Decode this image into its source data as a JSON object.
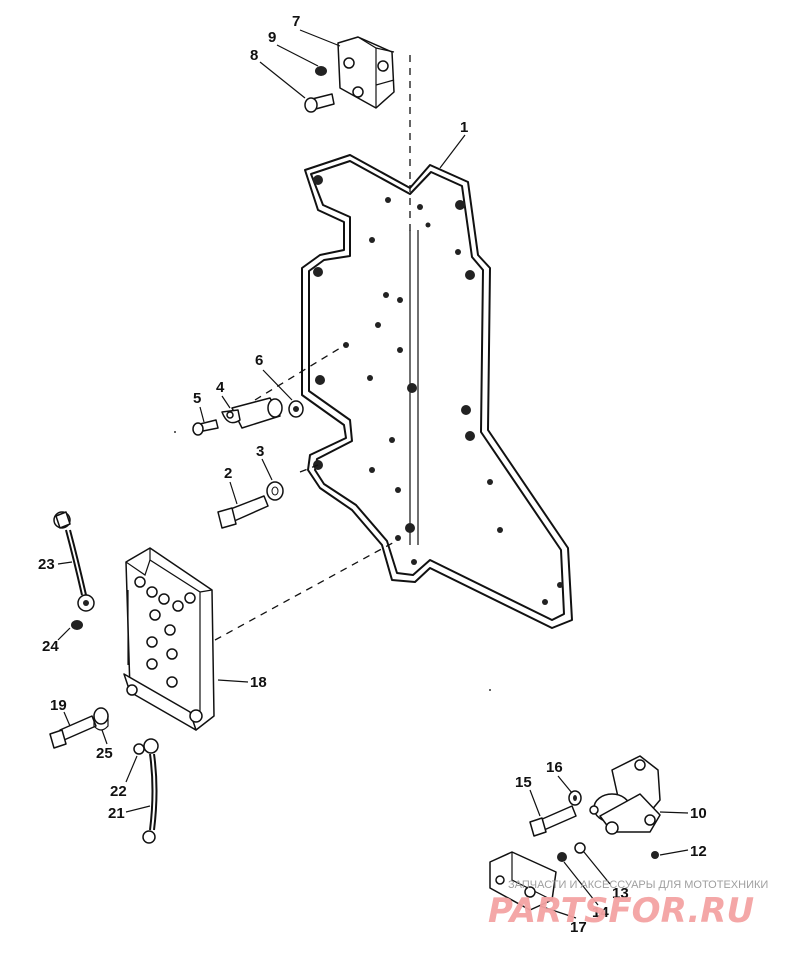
{
  "callouts": {
    "c1": "1",
    "c2": "2",
    "c3": "3",
    "c4": "4",
    "c5": "5",
    "c6": "6",
    "c7": "7",
    "c8": "8",
    "c9": "9",
    "c10": "10",
    "c12": "12",
    "c13": "13",
    "c14": "14",
    "c15": "15",
    "c16": "16",
    "c17": "17",
    "c18": "18",
    "c19": "19",
    "c21": "21",
    "c22": "22",
    "c23": "23",
    "c24": "24",
    "c25": "25"
  },
  "watermark": {
    "tagline": "ЗАПЧАСТИ И АКСЕССУАРЫ ДЛЯ МОТОТЕХНИКИ",
    "brand": "PARTSFOR.RU"
  }
}
